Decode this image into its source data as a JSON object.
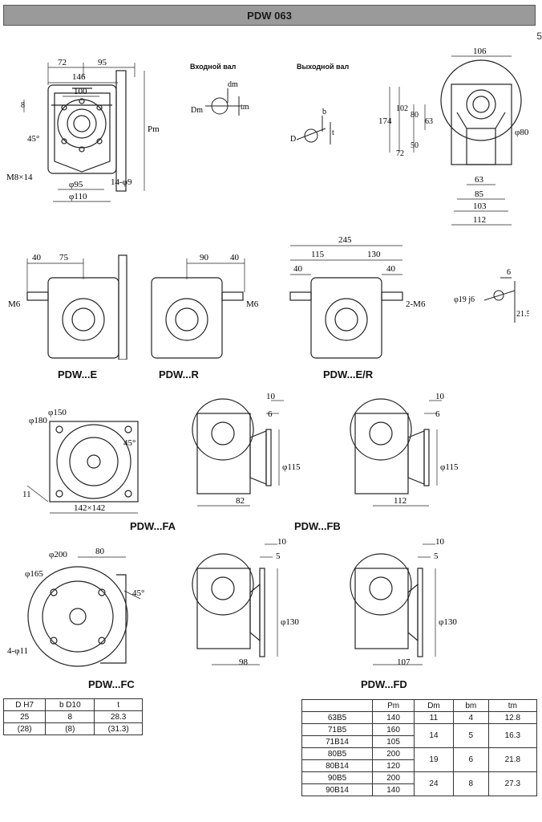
{
  "header": {
    "title": "PDW 063",
    "page_mark": "5"
  },
  "shaft_labels": {
    "input": "Входной вал",
    "output": "Выходной вал"
  },
  "variants": {
    "e": "PDW...E",
    "r": "PDW...R",
    "er": "PDW...E/R",
    "fa": "PDW...FA",
    "fb": "PDW...FB",
    "fc": "PDW...FC",
    "fd": "PDW...FD"
  },
  "dims": {
    "front": {
      "d72": "72",
      "d95": "95",
      "d146": "146",
      "d100": "100",
      "d8": "8",
      "ang45": "45°",
      "pm": "Pm",
      "m8": "M8×14",
      "hole": "14-φ9",
      "phi95": "φ95",
      "phi110": "φ110"
    },
    "input_shaft": {
      "dm": "dm",
      "Dm": "Dm",
      "tm": "tm"
    },
    "output_shaft": {
      "b": "b",
      "D": "D",
      "t": "t"
    },
    "side": {
      "d106": "106",
      "d174": "174",
      "d102": "102",
      "d80": "80",
      "d63v": "63",
      "d50": "50",
      "d72": "72",
      "phi80": "φ80",
      "d63": "63",
      "d85": "85",
      "d103": "103",
      "d112": "112"
    },
    "e": {
      "d40": "40",
      "d75": "75",
      "m6": "M6"
    },
    "r": {
      "d90": "90",
      "d40": "40",
      "m6": "M6"
    },
    "er": {
      "d245": "245",
      "d115": "115",
      "d130": "130",
      "d40a": "40",
      "d40b": "40",
      "m6": "2-M6"
    },
    "key": {
      "d6": "6",
      "shaft": "φ19 j6",
      "d215": "21.5"
    },
    "fa": {
      "phi180": "φ180",
      "phi150": "φ150",
      "ang45": "45°",
      "d11": "11",
      "sq": "142×142"
    },
    "fb": {
      "d10": "10",
      "d6": "6",
      "phi115": "φ115",
      "d82": "82"
    },
    "fb2": {
      "d10": "10",
      "d6": "6",
      "phi115": "φ115",
      "d112": "112"
    },
    "fc": {
      "phi200": "φ200",
      "phi165": "φ165",
      "d80": "80",
      "ang45": "45°",
      "holes": "4-φ11"
    },
    "fd": {
      "d10": "10",
      "d5": "5",
      "phi130": "φ130",
      "d98": "98"
    },
    "fd2": {
      "d10": "10",
      "d5": "5",
      "phi130": "φ130",
      "d107": "107"
    }
  },
  "shaft_table": {
    "headers": [
      "D H7",
      "b D10",
      "t"
    ],
    "rows": [
      [
        "25",
        "8",
        "28.3"
      ],
      [
        "(28)",
        "(8)",
        "(31.3)"
      ]
    ]
  },
  "motor_table": {
    "headers": [
      "",
      "Pm",
      "Dm",
      "bm",
      "tm"
    ],
    "groups": [
      {
        "rows": [
          [
            "63B5",
            "140"
          ]
        ],
        "dm": "11",
        "bm": "4",
        "tm": "12.8"
      },
      {
        "rows": [
          [
            "71B5",
            "160"
          ],
          [
            "71B14",
            "105"
          ]
        ],
        "dm": "14",
        "bm": "5",
        "tm": "16.3"
      },
      {
        "rows": [
          [
            "80B5",
            "200"
          ],
          [
            "80B14",
            "120"
          ]
        ],
        "dm": "19",
        "bm": "6",
        "tm": "21.8"
      },
      {
        "rows": [
          [
            "90B5",
            "200"
          ],
          [
            "90B14",
            "140"
          ]
        ],
        "dm": "24",
        "bm": "8",
        "tm": "27.3"
      }
    ]
  }
}
